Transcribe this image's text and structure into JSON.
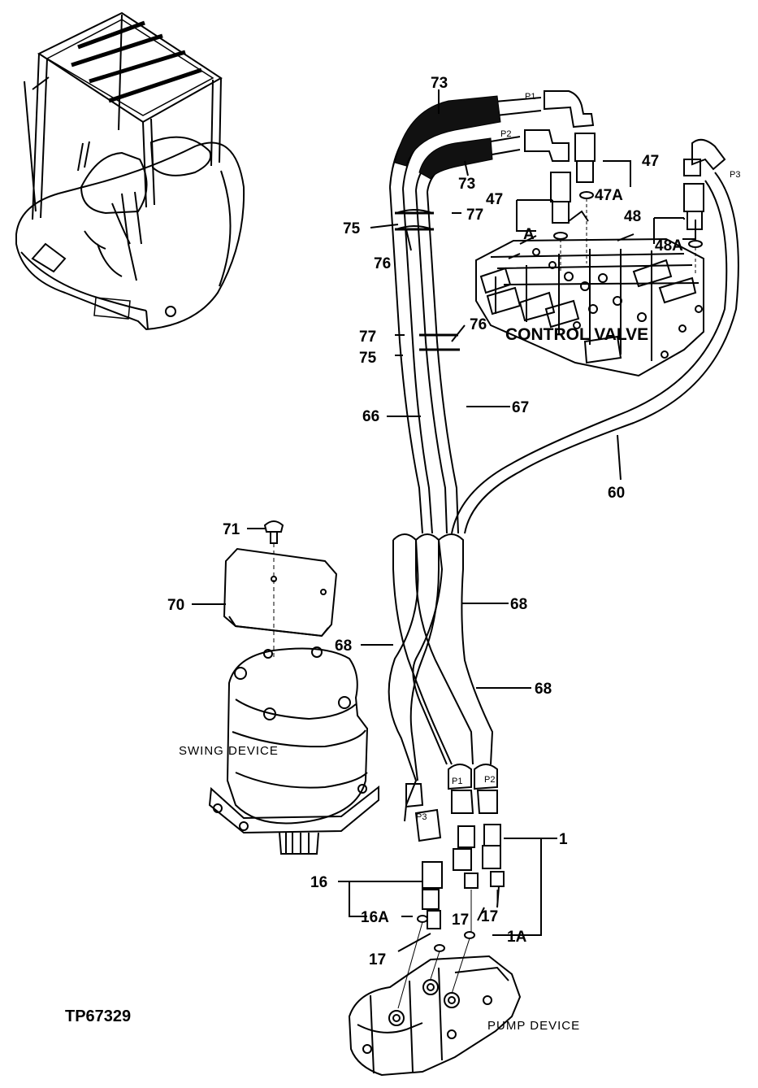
{
  "figure_id": "TP67329",
  "device_labels": {
    "control_valve": "CONTROL VALVE",
    "swing_device": "SWING  DEVICE",
    "pump_device": "PUMP  DEVICE"
  },
  "port_labels": {
    "p1_top": "P1",
    "p2_top": "P2",
    "p3_top": "P3",
    "p1_bottom": "P1",
    "p2_bottom": "P2",
    "p3_bottom": "P3"
  },
  "callouts": {
    "c73_top": "73",
    "c73_mid": "73",
    "c47_right": "47",
    "c47_left": "47",
    "c47a": "47A",
    "c48": "48",
    "c48a": "48A",
    "ca": "A",
    "c75_top": "75",
    "c76_top": "76",
    "c77_top": "77",
    "c77_mid": "77",
    "c75_mid": "75",
    "c76_mid": "76",
    "c66": "66",
    "c67": "67",
    "c60": "60",
    "c71": "71",
    "c70": "70",
    "c68_left": "68",
    "c68_right": "68",
    "c68_lower": "68",
    "c1": "1",
    "c16": "16",
    "c16a": "16A",
    "c17_a": "17",
    "c17_b": "17",
    "c17_c": "17",
    "c1a": "1A"
  }
}
